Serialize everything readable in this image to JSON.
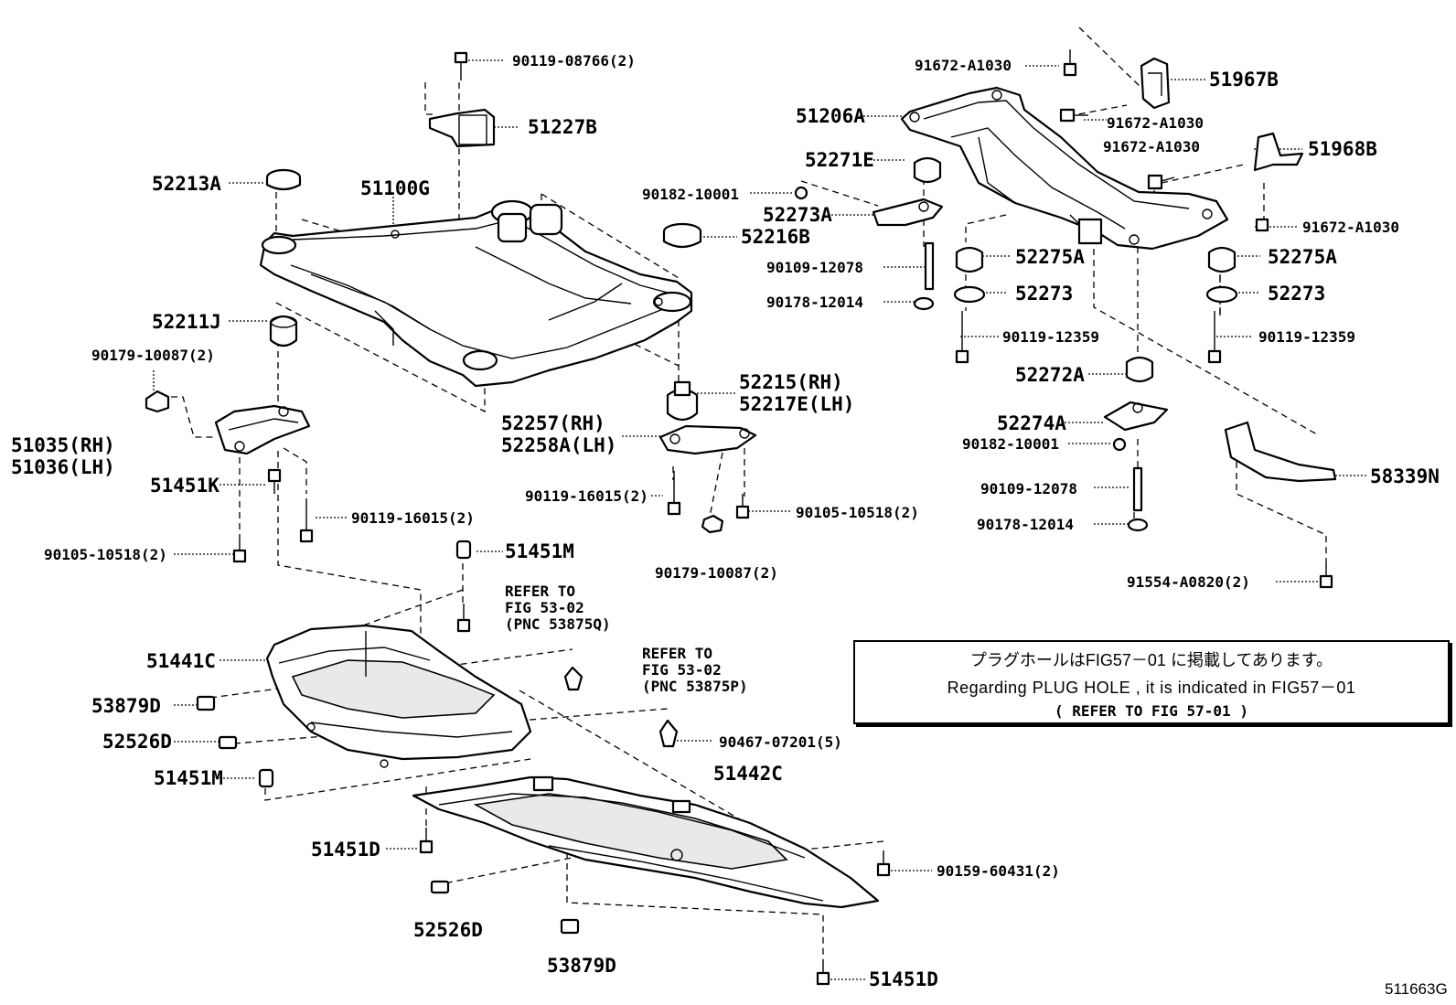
{
  "labels": [
    {
      "text": "90119-08766(2)"
    },
    {
      "text": "51227B"
    },
    {
      "text": "52213A"
    },
    {
      "text": "51100G"
    },
    {
      "text": "52216B"
    },
    {
      "text": "52211J"
    },
    {
      "text": "90179-10087(2)"
    },
    {
      "text": "51035(RH)"
    },
    {
      "text": "51036(LH)"
    },
    {
      "text": "51451K"
    },
    {
      "text": "90119-16015(2)"
    },
    {
      "text": "90105-10518(2)"
    },
    {
      "text": "52215(RH)"
    },
    {
      "text": "52217E(LH)"
    },
    {
      "text": "52257(RH)"
    },
    {
      "text": "52258A(LH)"
    },
    {
      "text": "90119-16015(2)"
    },
    {
      "text": "90105-10518(2)"
    },
    {
      "text": "90179-10087(2)"
    },
    {
      "text": "51451M"
    },
    {
      "text": "REFER TO"
    },
    {
      "text": "FIG 53-02"
    },
    {
      "text": "(PNC 53875Q)"
    },
    {
      "text": "51441C"
    },
    {
      "text": "REFER TO"
    },
    {
      "text": "FIG 53-02"
    },
    {
      "text": "(PNC 53875P)"
    },
    {
      "text": "53879D"
    },
    {
      "text": "90467-07201(5)"
    },
    {
      "text": "52526D"
    },
    {
      "text": "51451M"
    },
    {
      "text": "51442C"
    },
    {
      "text": "51451D"
    },
    {
      "text": "90159-60431(2)"
    },
    {
      "text": "52526D"
    },
    {
      "text": "53879D"
    },
    {
      "text": "51451D"
    },
    {
      "text": "91672-A1030"
    },
    {
      "text": "51967B"
    },
    {
      "text": "51206A"
    },
    {
      "text": "91672-A1030"
    },
    {
      "text": "91672-A1030"
    },
    {
      "text": "51968B"
    },
    {
      "text": "52271E"
    },
    {
      "text": "90182-10001"
    },
    {
      "text": "52273A"
    },
    {
      "text": "91672-A1030"
    },
    {
      "text": "90109-12078"
    },
    {
      "text": "52275A"
    },
    {
      "text": "52275A"
    },
    {
      "text": "90178-12014"
    },
    {
      "text": "52273"
    },
    {
      "text": "52273"
    },
    {
      "text": "90119-12359"
    },
    {
      "text": "90119-12359"
    },
    {
      "text": "52272A"
    },
    {
      "text": "52274A"
    },
    {
      "text": "90182-10001"
    },
    {
      "text": "90109-12078"
    },
    {
      "text": "90178-12014"
    },
    {
      "text": "58339N"
    },
    {
      "text": "91554-A0820(2)"
    }
  ],
  "note": {
    "line_jp": "プラグホールはFIG57－01 に掲載してあります。",
    "line_en": "Regarding PLUG HOLE , it is indicated in FIG57－01",
    "line_ref": "( REFER TO FIG 57-01 )"
  },
  "figure_number": "511663G",
  "icons": [
    "bolt-icon",
    "nut-icon",
    "clip-icon",
    "cushion-icon",
    "bracket-icon"
  ]
}
